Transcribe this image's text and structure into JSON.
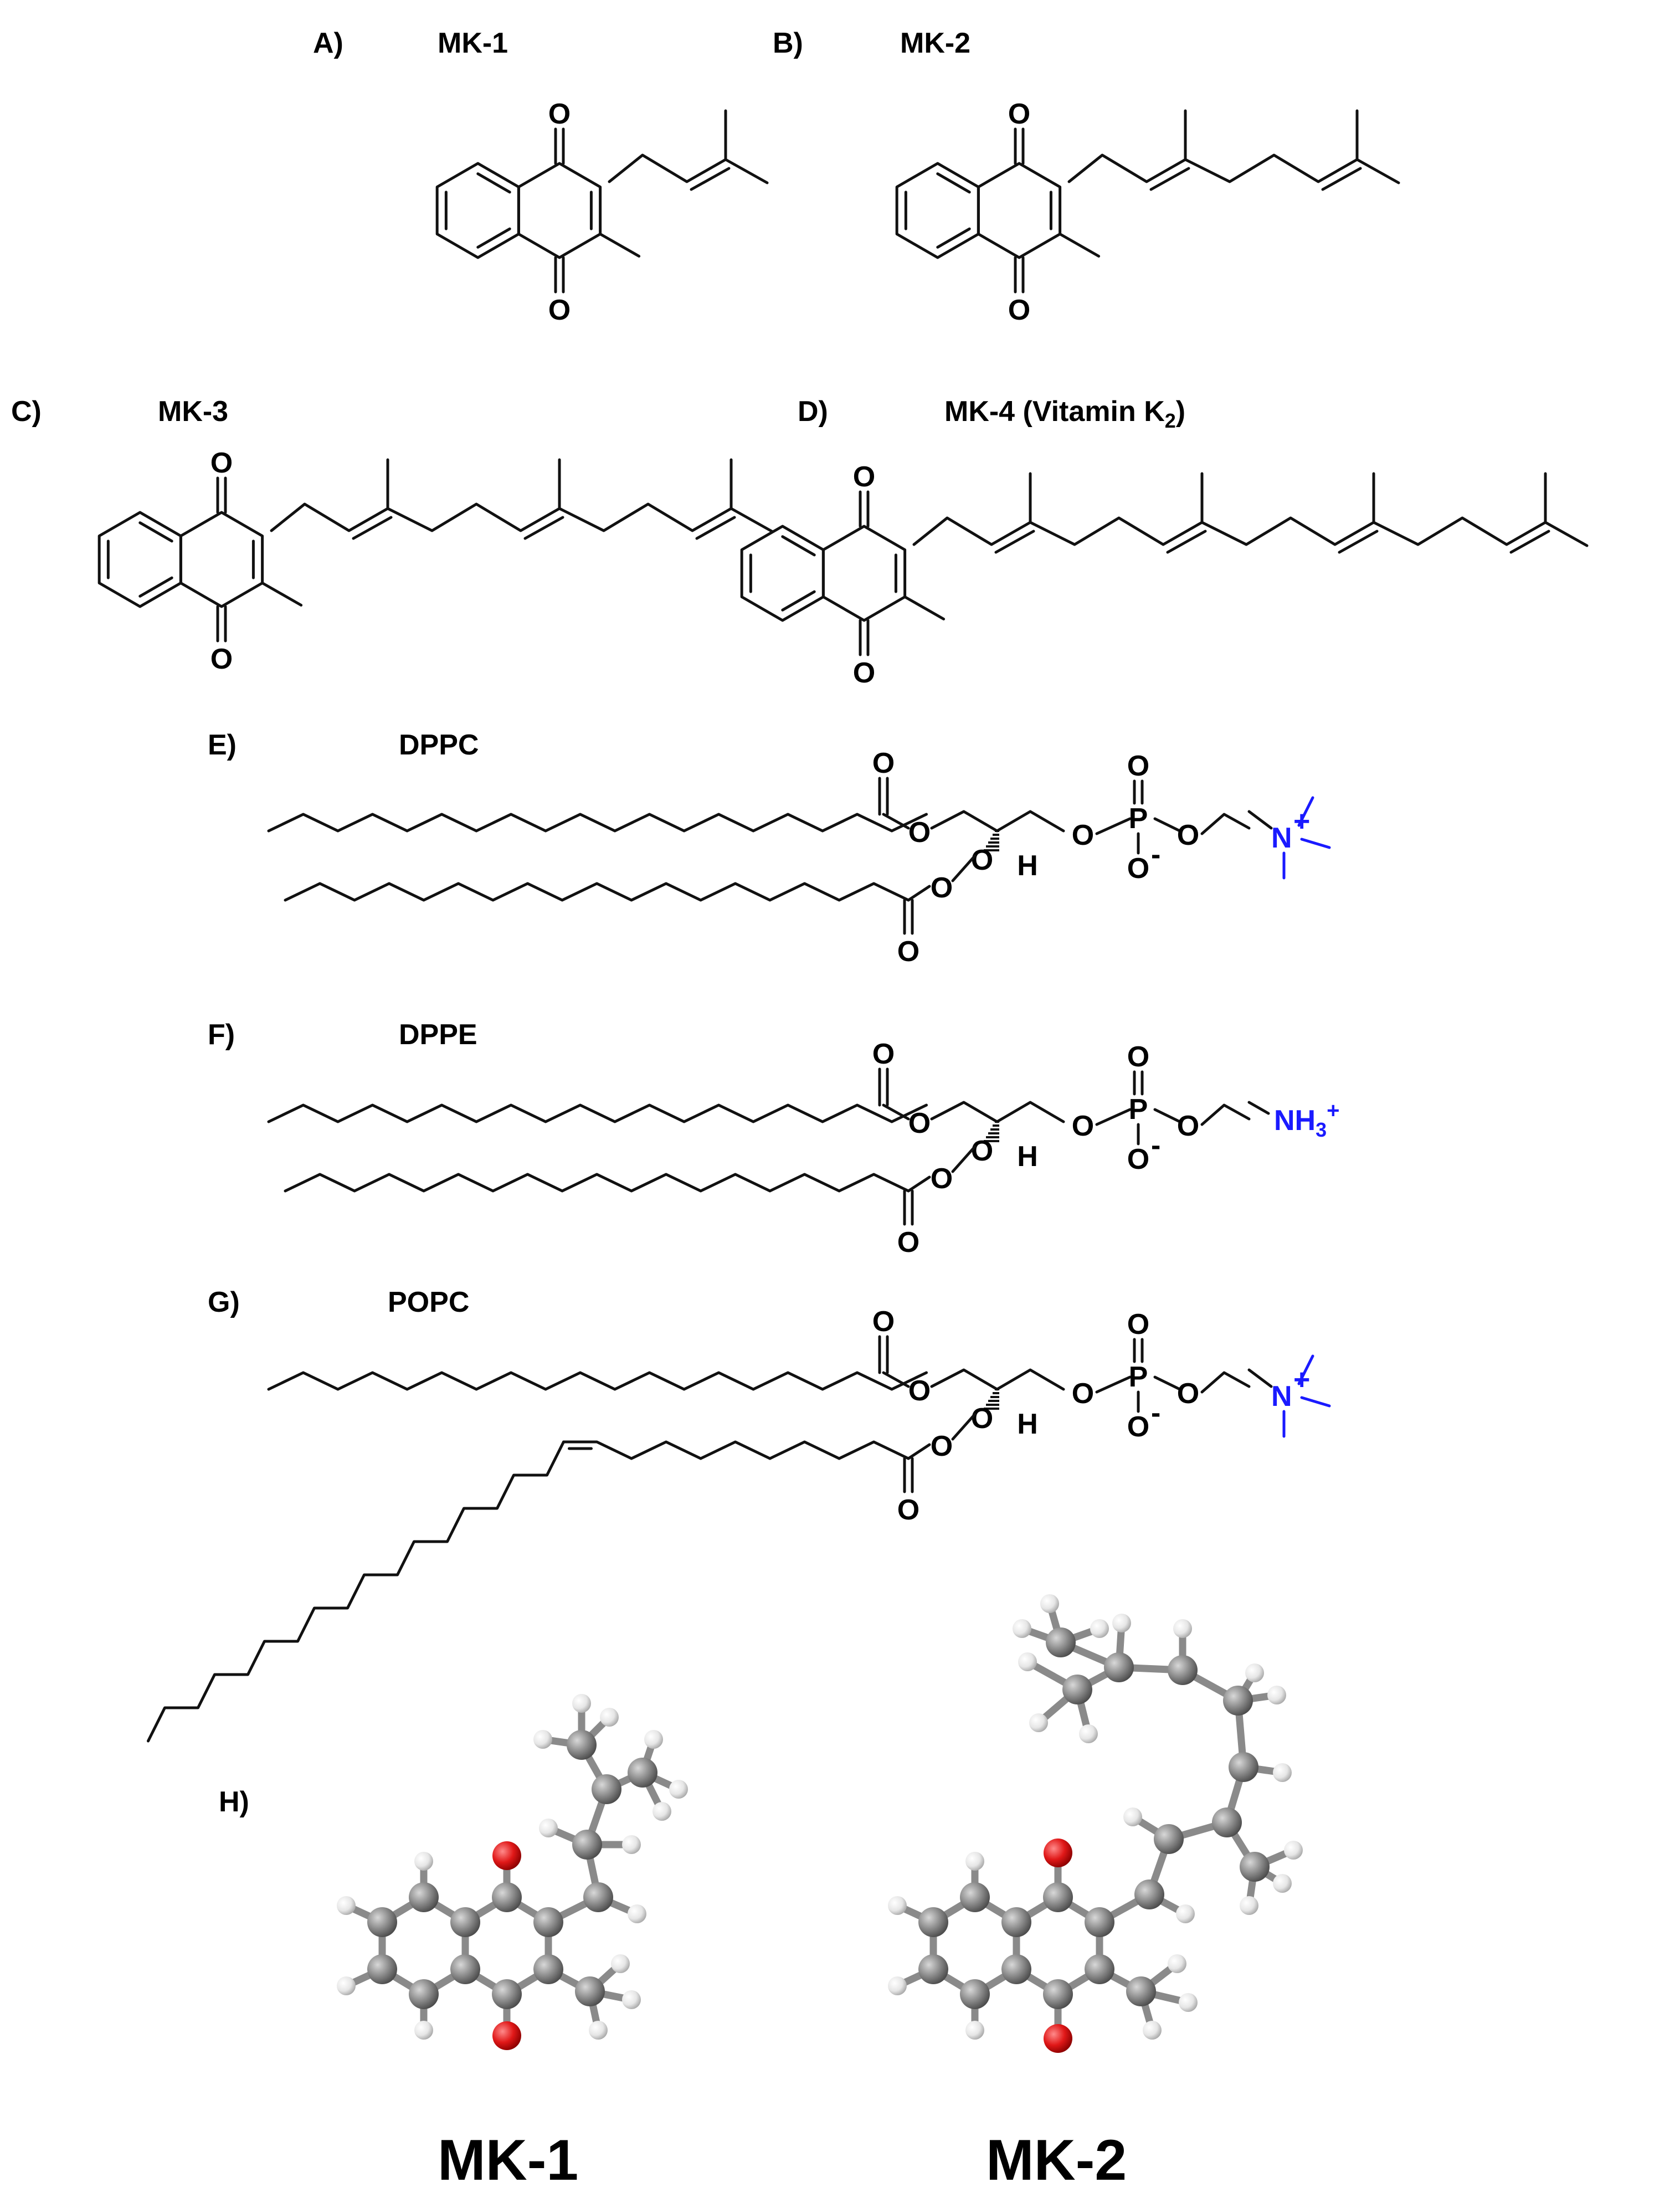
{
  "panels": {
    "A": {
      "label": "A)",
      "name": "MK-1"
    },
    "B": {
      "label": "B)",
      "name": "MK-2"
    },
    "C": {
      "label": "C)",
      "name": "MK-3"
    },
    "D": {
      "label": "D)",
      "name": "MK-4 (Vitamin K",
      "name_sub": "2",
      "name_end": ")"
    },
    "E": {
      "label": "E)",
      "name": "DPPC"
    },
    "F": {
      "label": "F)",
      "name": "DPPE"
    },
    "G": {
      "label": "G)",
      "name": "POPC"
    },
    "H": {
      "label": "H)",
      "left_name": "MK-1",
      "right_name": "MK-2"
    }
  },
  "atoms": {
    "oxygen": "O",
    "o_minus": "O",
    "minus": "-",
    "phosphorus": "P",
    "hydrogen": "H",
    "nitrogen": "N",
    "plus": "+",
    "nh3": "NH",
    "nh3_sub": "3",
    "nh3_plus": "+"
  },
  "colors": {
    "carbon": "#8a8a8a",
    "hydrogen": "#e6e6e6",
    "oxygen": "#e01818",
    "headgroup": "#1a1aff"
  }
}
